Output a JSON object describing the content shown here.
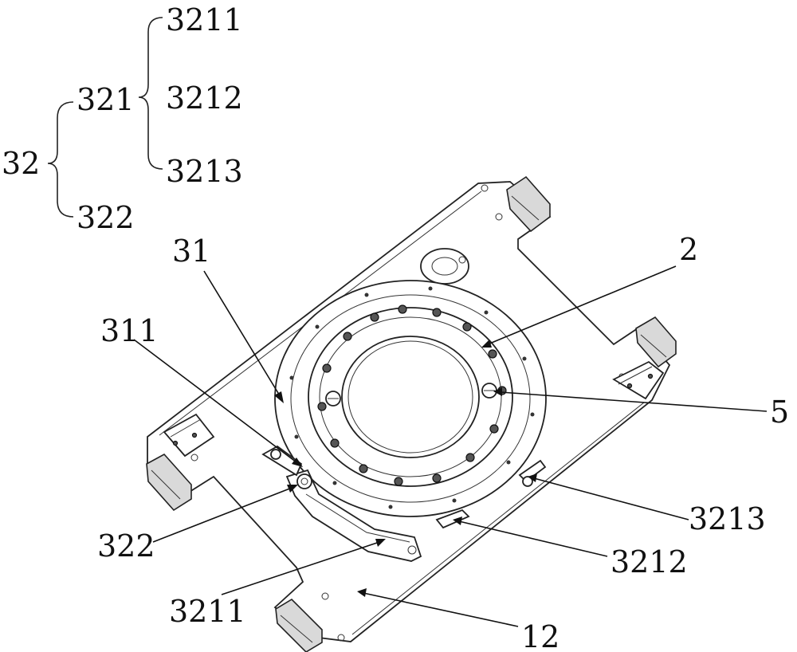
{
  "tree": {
    "root": "32",
    "child_a": "321",
    "child_b": "322",
    "grand_a": "3211",
    "grand_b": "3212",
    "grand_c": "3213"
  },
  "callouts": {
    "c31": "31",
    "c311": "311",
    "c2": "2",
    "c5": "5",
    "c322": "322",
    "c3211": "3211",
    "c3212": "3212",
    "c3213": "3213",
    "c12": "12"
  }
}
